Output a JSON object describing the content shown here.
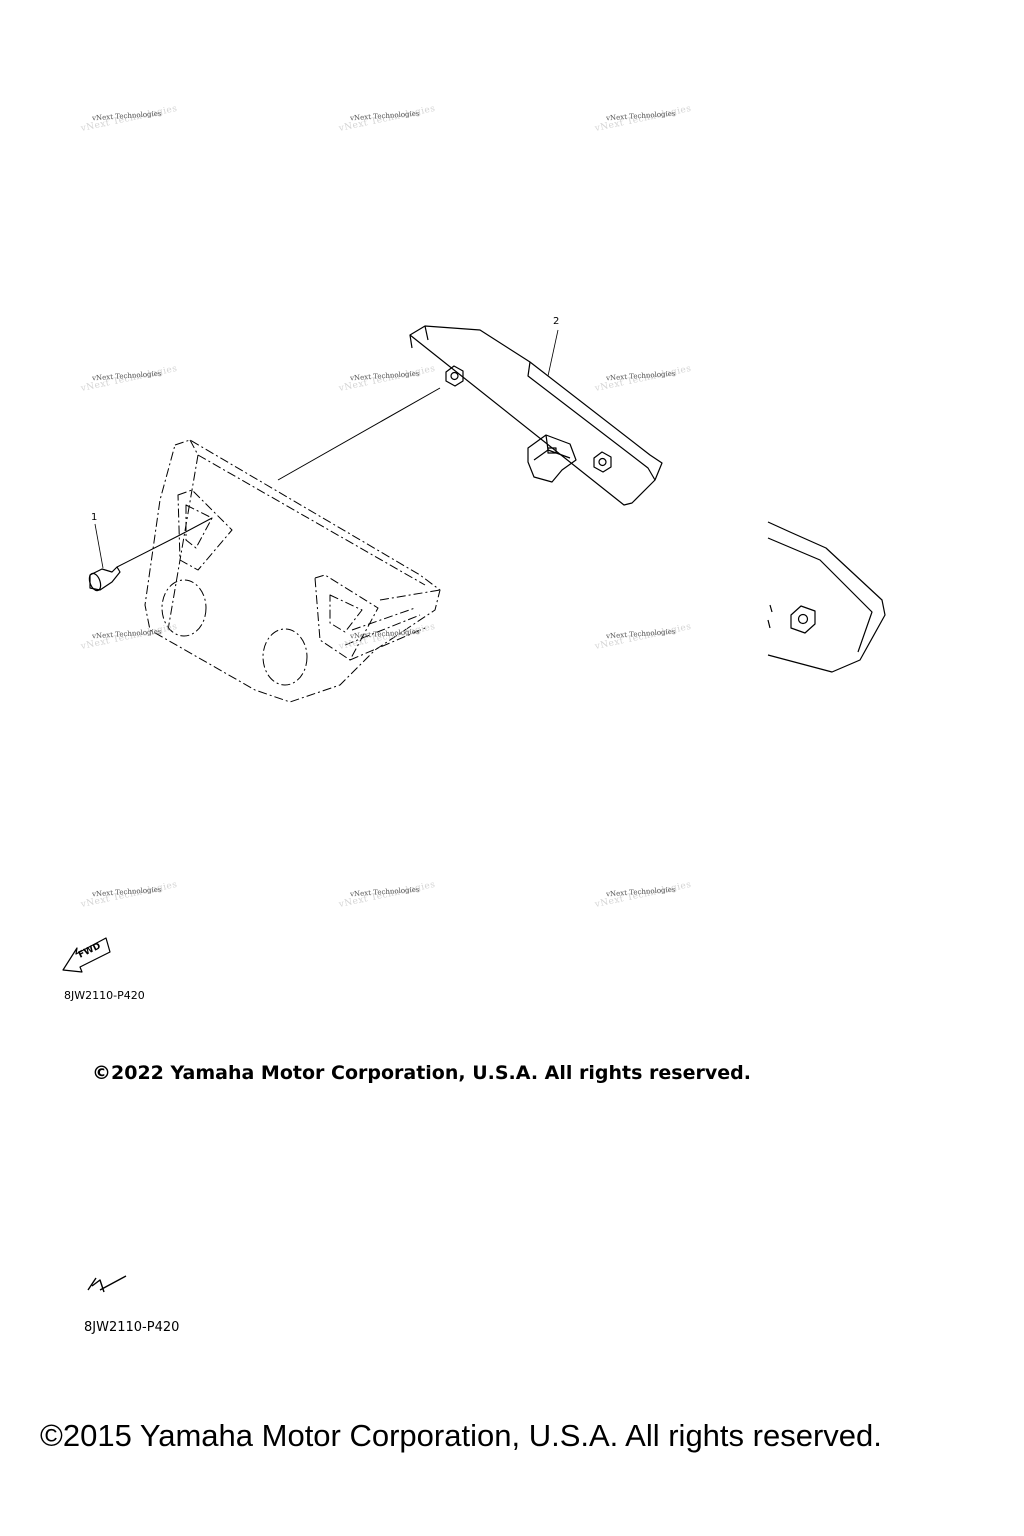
{
  "watermark_text": "vNext Technologies",
  "callouts": {
    "part1": "1",
    "part2": "2"
  },
  "fwd_label": "FWD",
  "diagram_code_1": "8JW2110-P420",
  "diagram_code_2": "8JW2110-P420",
  "copyright_2022": "©2022 Yamaha Motor Corporation, U.S.A. All rights reserved.",
  "copyright_2015": "©2015 Yamaha Motor Corporation, U.S.A. All rights reserved."
}
